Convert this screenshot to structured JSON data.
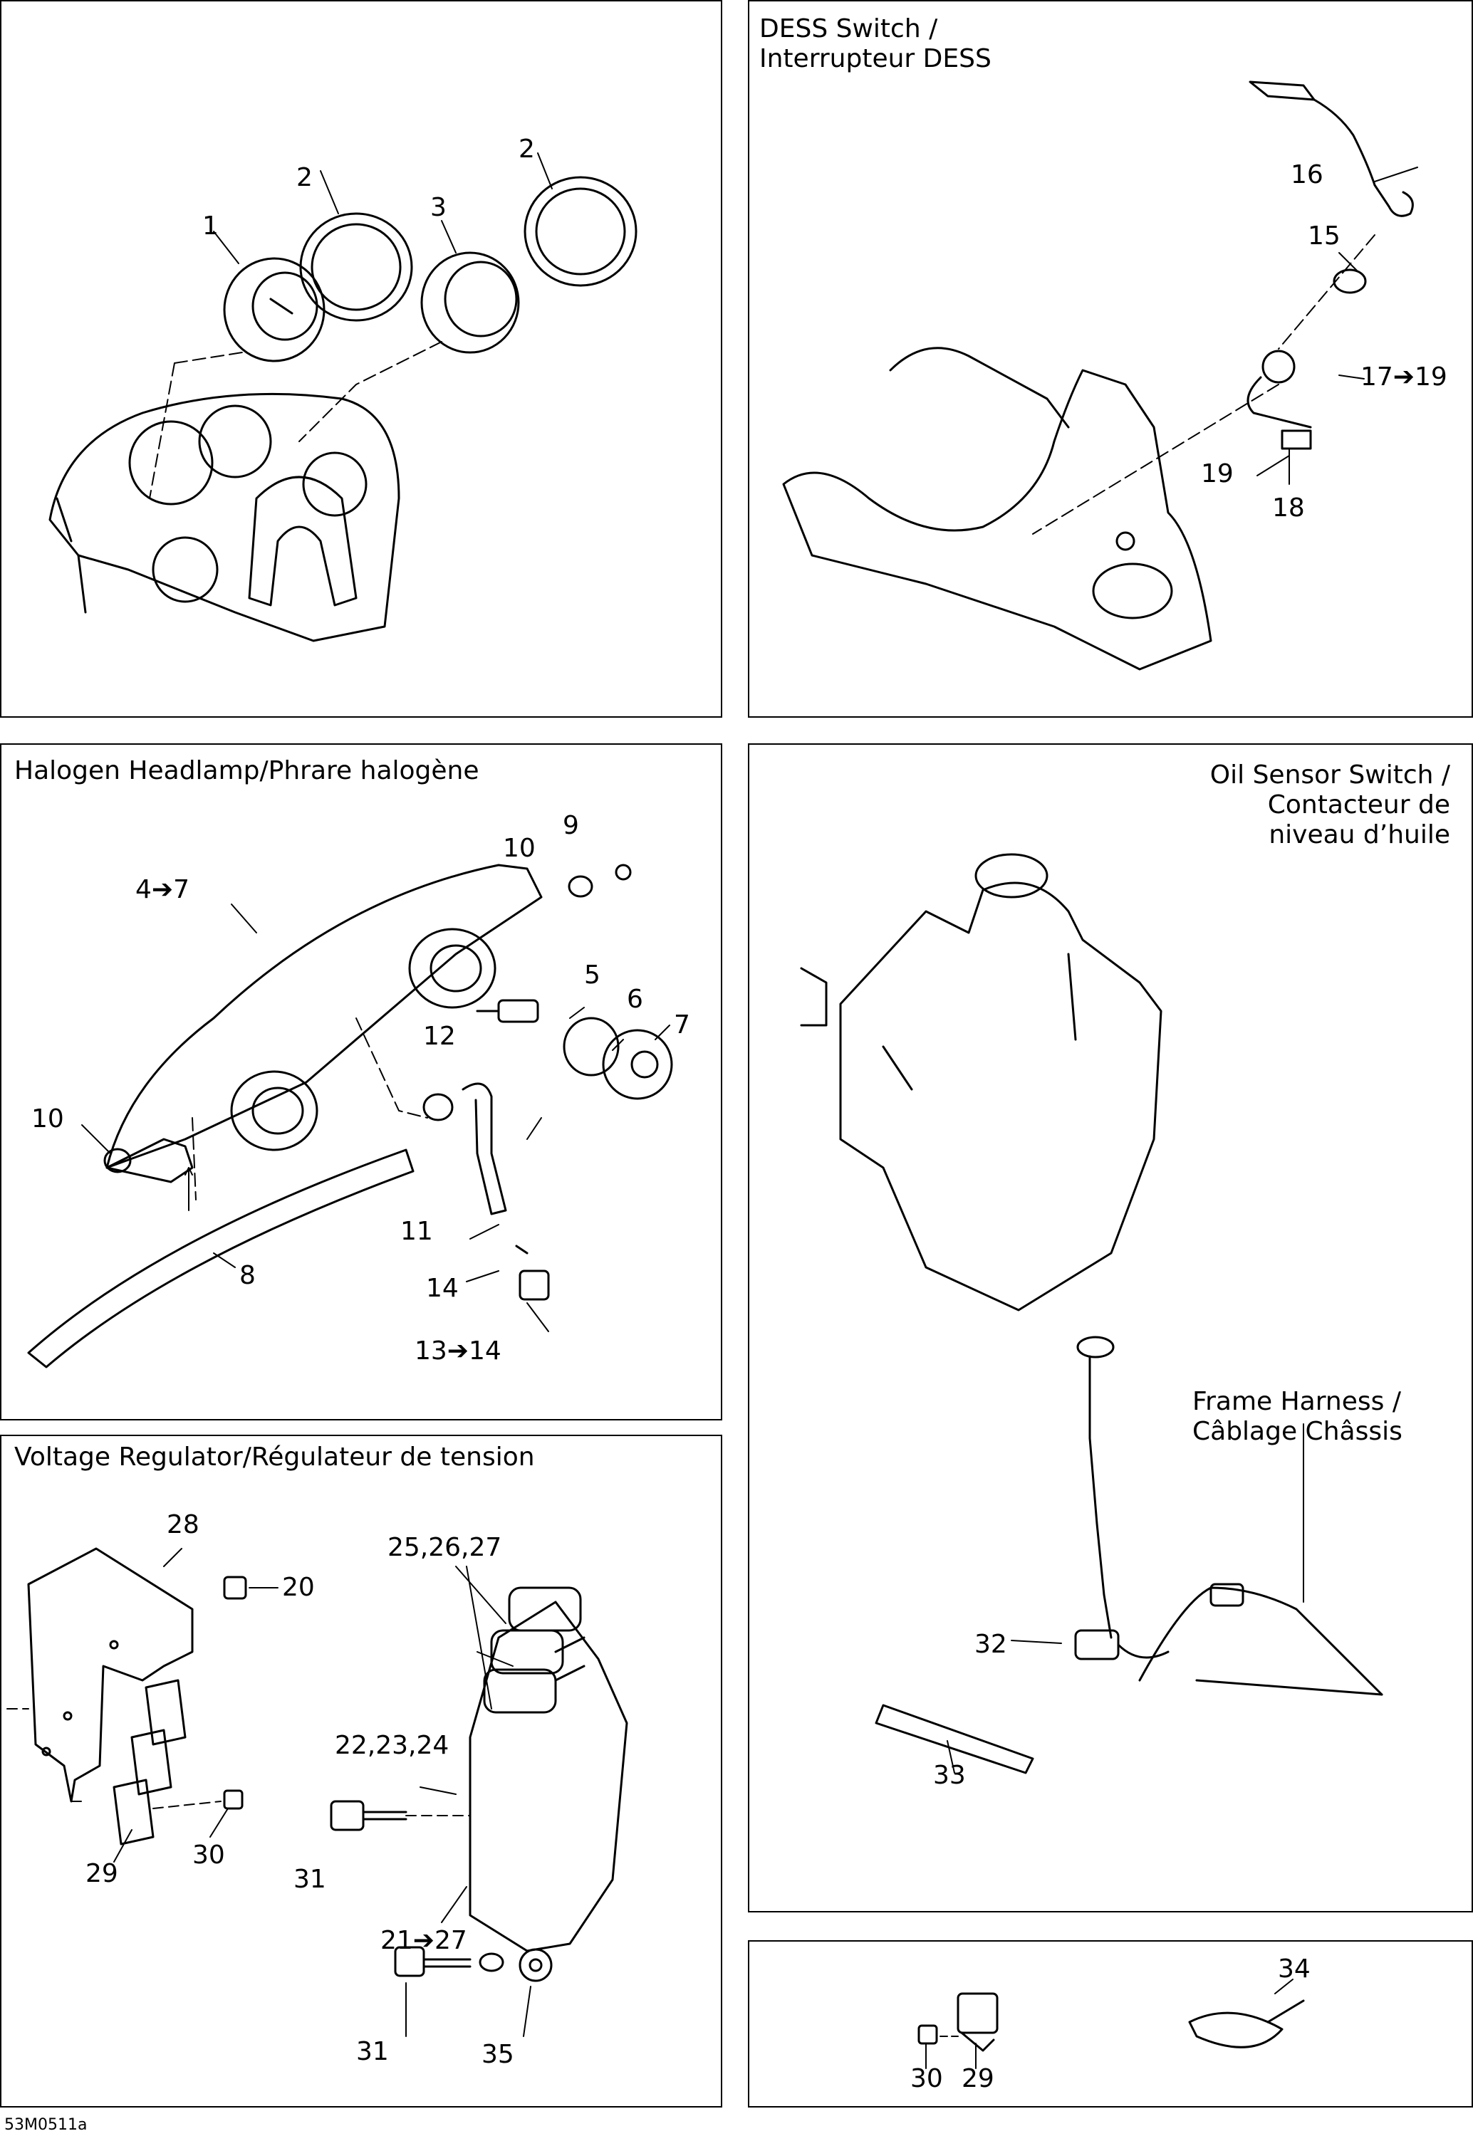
{
  "doc_id": "53M0511a",
  "panels": {
    "gauges": {
      "labels": {
        "l1": "1",
        "l2a": "2",
        "l2b": "2",
        "l3": "3"
      }
    },
    "dess": {
      "title_line1": "DESS Switch /",
      "title_line2": "Interrupteur DESS",
      "labels": {
        "l16": "16",
        "l15": "15",
        "l17": "17➔19",
        "l19": "19",
        "l18": "18"
      }
    },
    "headlamp": {
      "title": "Halogen Headlamp/Phrare halogène",
      "labels": {
        "l9": "9",
        "l10a": "10",
        "l4": "4➔7",
        "l5": "5",
        "l6": "6",
        "l7": "7",
        "l12": "12",
        "l10b": "10",
        "l8": "8",
        "l11": "11",
        "l14": "14",
        "l13": "13➔14"
      }
    },
    "oil": {
      "title_line1": "Oil Sensor Switch /",
      "title_line2": "Contacteur de",
      "title_line3": "niveau d’huile",
      "harness_line1": "Frame Harness /",
      "harness_line2": "Câblage Châssis",
      "labels": {
        "l32": "32",
        "l33": "33"
      }
    },
    "regulator": {
      "title": "Voltage Regulator/Régulateur de tension",
      "labels": {
        "l28": "28",
        "l20": "20",
        "l25": "25,26,27",
        "l22": "22,23,24",
        "l29": "29",
        "l30": "30",
        "l31a": "31",
        "l21": "21➔27",
        "l31b": "31",
        "l35": "35"
      }
    },
    "hardware": {
      "labels": {
        "l30": "30",
        "l29": "29",
        "l34": "34"
      }
    }
  }
}
